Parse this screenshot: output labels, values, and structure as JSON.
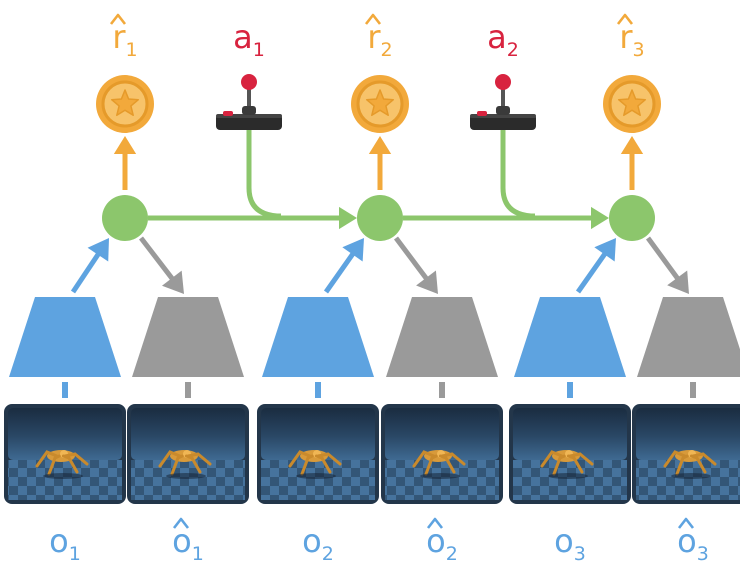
{
  "colors": {
    "reward": "#F2A93B",
    "action": "#D8233F",
    "latent": "#8CC66C",
    "encoder": "#5EA3E0",
    "decoder": "#9A9A9A",
    "observation_text": "#5EA3E0",
    "frame_bg": "#23364A"
  },
  "timesteps": [
    {
      "reward": {
        "base": "r",
        "sub": "1"
      },
      "observation": {
        "base": "o",
        "sub": "1"
      },
      "reconstruction": {
        "base": "o",
        "sub": "1"
      }
    },
    {
      "reward": {
        "base": "r",
        "sub": "2"
      },
      "observation": {
        "base": "o",
        "sub": "2"
      },
      "reconstruction": {
        "base": "o",
        "sub": "2"
      }
    },
    {
      "reward": {
        "base": "r",
        "sub": "3"
      },
      "observation": {
        "base": "o",
        "sub": "3"
      },
      "reconstruction": {
        "base": "o",
        "sub": "3"
      }
    }
  ],
  "actions": [
    {
      "base": "a",
      "sub": "1"
    },
    {
      "base": "a",
      "sub": "2"
    }
  ],
  "icons": {
    "reward": "star-coin-icon",
    "action": "joystick-icon",
    "frame": "robot-frame-image"
  }
}
